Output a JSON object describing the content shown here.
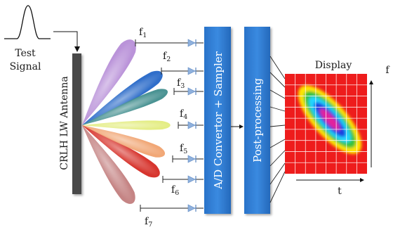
{
  "input": {
    "line1": "Test",
    "line2": "Signal"
  },
  "antenna": {
    "label": "CRLH LW Antenna"
  },
  "converter": {
    "label": "A/D Convertor + Sampler"
  },
  "postprocessing": {
    "label": "Post-processing"
  },
  "display": {
    "title": "Display",
    "x_axis": "t",
    "y_axis": "f"
  },
  "frequencies": [
    {
      "base": "f",
      "index": "1",
      "color": "#b48ad6"
    },
    {
      "base": "f",
      "index": "2",
      "color": "#1d62c6"
    },
    {
      "base": "f",
      "index": "3",
      "color": "#3b8a8a"
    },
    {
      "base": "f",
      "index": "4",
      "color": "#e2ec7a"
    },
    {
      "base": "f",
      "index": "5",
      "color": "#f0a06a"
    },
    {
      "base": "f",
      "index": "6",
      "color": "#d4241c"
    },
    {
      "base": "f",
      "index": "7",
      "color": "#c07a7a"
    }
  ],
  "colors": {
    "block_blue": "#2f80d8",
    "display_red": "#ee1c1c",
    "antenna_gray": "#444444",
    "arrow_head": "#8fb1dd"
  }
}
